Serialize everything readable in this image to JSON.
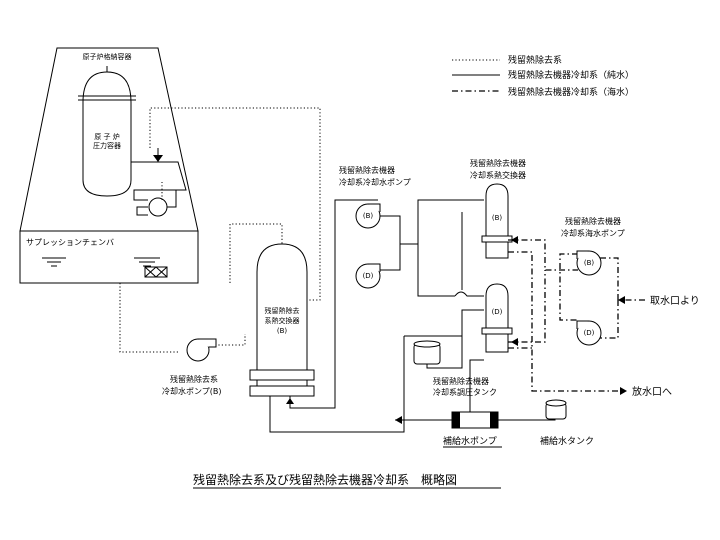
{
  "legend": {
    "items": [
      {
        "style": "dotted",
        "label": "残留熱除去系"
      },
      {
        "style": "solid",
        "label": "残留熱除去機器冷却系（純水）"
      },
      {
        "style": "dash-dot",
        "label": "残留熱除去機器冷却系（海水）"
      }
    ]
  },
  "labels": {
    "containment_vessel": "原子炉格納容器",
    "pressure_vessel_line1": "原 子 炉",
    "pressure_vessel_line2": "圧力容器",
    "suppression_chamber": "サプレッションチェンバ",
    "rhr_heat_exchanger_line1": "残留熱除去",
    "rhr_heat_exchanger_line2": "系熱交換器",
    "rhr_heat_exchanger_line3": "(B)",
    "rhr_pump_line1": "残留熱除去系",
    "rhr_pump_line2": "冷却水ポンプ(B)",
    "ccw_pump_title_line1": "残留熱除去機器",
    "ccw_pump_title_line2": "冷却系冷却水ポンプ",
    "ccw_pump_b": "(B)",
    "ccw_pump_d": "(D)",
    "ccw_hx_title_line1": "残留熱除去機器",
    "ccw_hx_title_line2": "冷却系熱交換器",
    "ccw_hx_b": "(B)",
    "ccw_hx_d": "(D)",
    "seawater_pump_title_line1": "残留熱除去機器",
    "seawater_pump_title_line2": "冷却系海水ポンプ",
    "seawater_pump_b": "(B)",
    "seawater_pump_d": "(D)",
    "surge_tank_line1": "残留熱除去機器",
    "surge_tank_line2": "冷却系調圧タンク",
    "makeup_pump": "補給水ポンプ",
    "makeup_tank": "補給水タンク",
    "intake": "取水口より",
    "discharge": "放水口へ"
  },
  "caption": "残留熱除去系及び残留熱除去機器冷却系　概略図"
}
